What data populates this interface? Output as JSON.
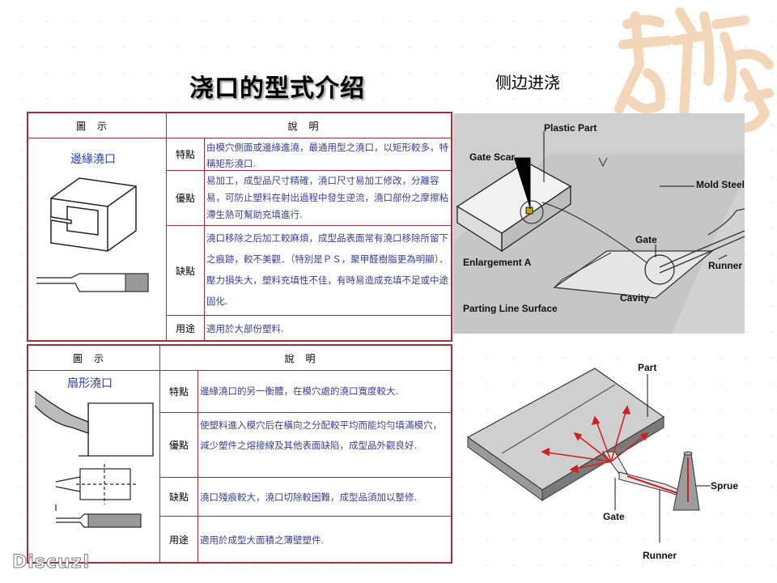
{
  "title": "浇口的型式介绍",
  "subtitle": "侧边进浇",
  "watermark": "Discuz!",
  "table1": {
    "header_diagram": "圖示",
    "header_desc": "說明",
    "gate_name": "邊緣澆口",
    "rows": [
      {
        "key": "特點",
        "text": "由模穴側面或邊緣進澆，最通用型之澆口，以矩形較多，特稱矩形澆口."
      },
      {
        "key": "優點",
        "text": "易加工，成型品尺寸精確，澆口尺寸易加工修改，分離容易，可防止塑料在射出過程中發生逆流，澆口部份之摩擦粘滯生熱可幫助充填進行."
      },
      {
        "key": "缺點",
        "text": "澆口移除之后加工較麻煩，成型品表面常有澆口移除所留下之痕跡，較不美觀．（特別是ＰＳ，聚甲醛樹脂更為明顯）．壓力損失大，塑料充填性不佳，有時易造成充填不足或中途固化."
      },
      {
        "key": "用途",
        "text": "適用於大部份塑料."
      }
    ]
  },
  "table2": {
    "header_diagram": "圖示",
    "header_desc": "說明",
    "gate_name": "扇形澆口",
    "rows": [
      {
        "key": "特點",
        "text": "邊緣澆口的另一衡體，在模穴處的澆口寬度較大."
      },
      {
        "key": "優點",
        "text": "使塑料進入模穴后在橫向之分配較平均而能均勻填滿模穴，減少塑件之熔接線及其他表面缺陷，成型品外觀良好."
      },
      {
        "key": "缺點",
        "text": "澆口殘痕較大，澆口切除較困難，成型品須加以整修."
      },
      {
        "key": "用途",
        "text": "適用於成型大面積之薄壁塑件."
      }
    ]
  },
  "diagram_top": {
    "labels": {
      "plastic_part": "Plastic Part",
      "gate_scar": "Gate Scar",
      "mold_steel": "Mold Steel",
      "gate": "Gate",
      "enlargement": "Enlargement A",
      "runner": "Runner",
      "cavity": "Cavity",
      "parting_line": "Parting Line Surface"
    }
  },
  "diagram_bottom": {
    "labels": {
      "part": "Part",
      "sprue": "Sprue",
      "gate": "Gate",
      "runner": "Runner"
    }
  },
  "colors": {
    "table_border": "#9e2f3c",
    "desc_text": "#3b3f8f",
    "gate_name": "#2c3fa8",
    "flow_arrows": "#d41e1e"
  }
}
